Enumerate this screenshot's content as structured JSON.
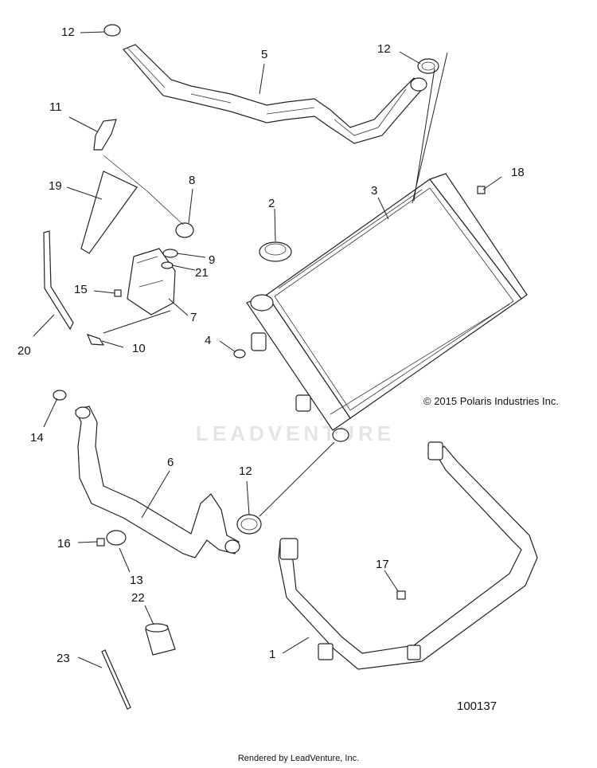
{
  "watermark": "LEADVENTURE",
  "copyright": "© 2015 Polaris Industries Inc.",
  "part_number": "100137",
  "footer": "Rendered by LeadVenture, Inc.",
  "callouts": {
    "c1": "1",
    "c2": "2",
    "c3": "3",
    "c4": "4",
    "c5": "5",
    "c6": "6",
    "c7": "7",
    "c8": "8",
    "c9": "9",
    "c10": "10",
    "c11": "11",
    "c12a": "12",
    "c12b": "12",
    "c12c": "12",
    "c13": "13",
    "c14": "14",
    "c15": "15",
    "c16": "16",
    "c17": "17",
    "c18": "18",
    "c19": "19",
    "c20": "20",
    "c21": "21",
    "c22": "22",
    "c23": "23"
  }
}
